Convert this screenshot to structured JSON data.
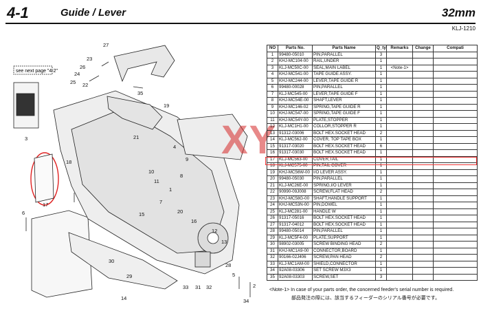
{
  "header": {
    "section": "4-1",
    "title": "Guide / Lever",
    "size": "32mm",
    "model_code": "KLJ-1210"
  },
  "watermark": "XY",
  "diagram": {
    "see_note": "see next page \"4-2\"",
    "callouts": [
      "27",
      "23",
      "26",
      "24",
      "25",
      "22",
      "3",
      "35",
      "19",
      "21",
      "18",
      "14",
      "9",
      "10",
      "11",
      "1",
      "4",
      "7",
      "20",
      "15",
      "16",
      "12",
      "13",
      "8",
      "17",
      "6",
      "29",
      "31",
      "32",
      "33",
      "28",
      "5",
      "34",
      "30",
      "2"
    ]
  },
  "table": {
    "headers": [
      "NO",
      "Parts No.",
      "Parts Name",
      "Q_ty",
      "Remarks",
      "Change",
      "Compati"
    ],
    "rows": [
      [
        "1",
        "99480-05010",
        "PIN,PARALLEL",
        "3",
        "",
        "",
        ""
      ],
      [
        "2",
        "KHJ-MC104-00",
        "RAIL,UNDER",
        "1",
        "",
        "",
        ""
      ],
      [
        "3",
        "KLJ-MC50C-00",
        "SEAL,MAIN LABEL",
        "1",
        "<Note-1>",
        "",
        ""
      ],
      [
        "4",
        "KHJ-MC541-00",
        "TAPE GUIDE ASSY.",
        "1",
        "",
        "",
        ""
      ],
      [
        "5",
        "KHJ-MC244-00",
        "LEVER,TAPE GUIDE R",
        "1",
        "",
        "",
        ""
      ],
      [
        "6",
        "99480-00028",
        "PIN,PARALLEL",
        "1",
        "",
        "",
        ""
      ],
      [
        "7",
        "KLJ-MC545-00",
        "LEVER,TAPE GUIDE F",
        "1",
        "",
        "",
        ""
      ],
      [
        "8",
        "KHJ-MC54E-00",
        "SHAFT,LEVER",
        "1",
        "",
        "",
        ""
      ],
      [
        "9",
        "KHJ-MC146-02",
        "SPRING,TAPE GUIDE R",
        "1",
        "",
        "",
        ""
      ],
      [
        "10",
        "KHJ-MC547-00",
        "SPRING,TAPE GUIDE F",
        "1",
        "",
        "",
        ""
      ],
      [
        "11",
        "KHJ-MC54Y-00",
        "PLATE,STOPPER",
        "1",
        "",
        "",
        ""
      ],
      [
        "12",
        "KLJ-MC1H1-00",
        "COLLOR,STOPPER R",
        "1",
        "",
        "",
        ""
      ],
      [
        "13",
        "91312-03006",
        "BOLT HEX.SOCKET HEAD",
        "2",
        "",
        "",
        ""
      ],
      [
        "14",
        "KLJ-MC562-00",
        "COVER, TOP TAPE BOX",
        "1",
        "",
        "",
        ""
      ],
      [
        "15",
        "91317-03020",
        "BOLT HEX.SOCKET HEAD",
        "6",
        "",
        "",
        ""
      ],
      [
        "16",
        "91317-03030",
        "BOLT HEX.SOCKET HEAD",
        "1",
        "",
        "",
        ""
      ],
      [
        "17",
        "KLJ-MC563-00",
        "COVER,TAIL",
        "1",
        "",
        "",
        ""
      ],
      [
        "18",
        "KLJ-MC575-00",
        "PIN,TAIL COVER",
        "1",
        "",
        "",
        ""
      ],
      [
        "19",
        "KHJ-MC56W-00",
        "I/O LEVER ASSY.",
        "1",
        "",
        "",
        ""
      ],
      [
        "20",
        "99480-05030",
        "PIN,PARALLEL",
        "1",
        "",
        "",
        ""
      ],
      [
        "21",
        "KLJ-MC26E-00",
        "SPRING,I/O LEVER",
        "1",
        "",
        "",
        ""
      ],
      [
        "22",
        "90990-09J008",
        "SCREW,FLAT HEAD",
        "2",
        "",
        "",
        ""
      ],
      [
        "23",
        "KHJ-MC58G-00",
        "SHAFT,HANDLE SUPPORT",
        "1",
        "",
        "",
        ""
      ],
      [
        "24",
        "KHJ-MC53N-00",
        "PIN,DOWEL",
        "1",
        "",
        "",
        ""
      ],
      [
        "25",
        "KLJ-MC281-00",
        "HANDLE W",
        "1",
        "",
        "",
        ""
      ],
      [
        "26",
        "91317-05016",
        "BOLT HEX.SOCKET HEAD",
        "1",
        "",
        "",
        ""
      ],
      [
        "27",
        "91317-04012",
        "BOLT HEX.SOCKET HEAD",
        "1",
        "",
        "",
        ""
      ],
      [
        "28",
        "99480-05014",
        "PIN,PARALLEL",
        "1",
        "",
        "",
        ""
      ],
      [
        "29",
        "KLJ-MC5F4-00",
        "PLATE,SUPPORT",
        "1",
        "",
        "",
        ""
      ],
      [
        "30",
        "98902-03005",
        "SCREW BINDING HEAD",
        "2",
        "",
        "",
        ""
      ],
      [
        "31",
        "KHJ-MC1A9-00",
        "CONNECTOR,BOARD",
        "1",
        "",
        "",
        ""
      ],
      [
        "32",
        "90166-02J406",
        "SCREW,PAN HEAD",
        "2",
        "",
        "",
        ""
      ],
      [
        "33",
        "KLJ-MC1AM-00",
        "SHIELD,CONNECTOR",
        "1",
        "",
        "",
        ""
      ],
      [
        "34",
        "92A08-03306",
        "SET SCREW M3X3",
        "1",
        "",
        "",
        ""
      ],
      [
        "35",
        "92A08-03303",
        "SCREW,SET",
        "3",
        "",
        "",
        ""
      ]
    ]
  },
  "notes": {
    "note1_en": "<Note-1> In case of your parts order, the concerned feeder's serial number is required.",
    "note1_jp": "部品発注の際には、該当するフィーダーのシリアル番号が必要です。"
  },
  "colors": {
    "highlight": "#e02020",
    "watermark": "#d62828"
  }
}
